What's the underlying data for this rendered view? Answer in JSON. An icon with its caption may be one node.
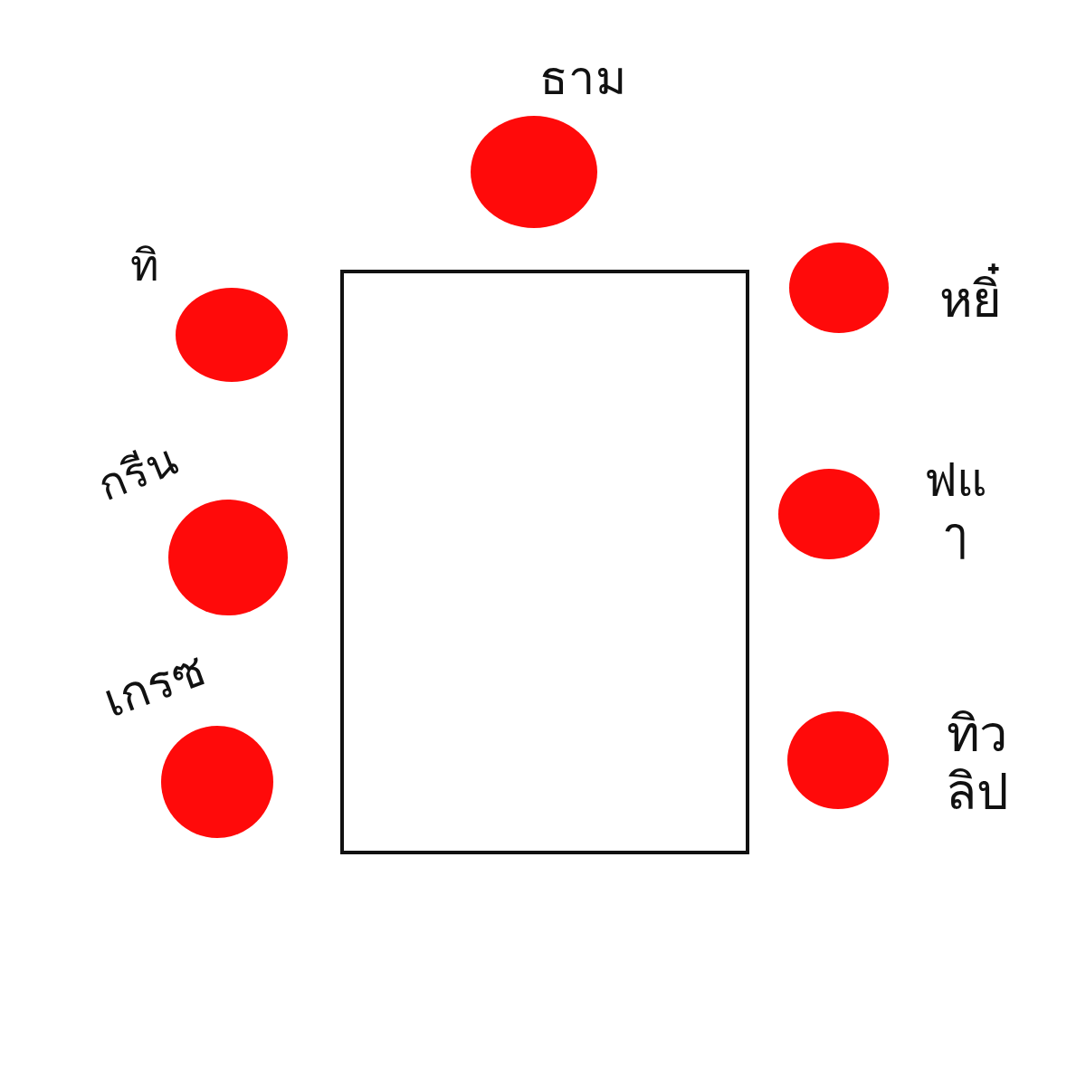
{
  "diagram": {
    "nodes": [
      {
        "text": [],
        "shape": "circle",
        "beside": [
          "ธาม"
        ]
      },
      {
        "text": [],
        "shape": "circle",
        "beside": [
          "ทิ"
        ]
      },
      {
        "text": [],
        "shape": "circle",
        "beside": [
          "หยิ๋"
        ]
      },
      {
        "text": [],
        "shape": "circle",
        "beside": [
          "กรีน"
        ]
      },
      {
        "text": [],
        "shape": "circle",
        "beside": [
          "ฟแๅ"
        ]
      },
      {
        "text": [],
        "shape": "circle",
        "beside": [
          "เกรซ"
        ]
      },
      {
        "text": [],
        "shape": "circle",
        "beside": [
          "ทิวลิป"
        ]
      },
      {
        "text": [],
        "shape": "box"
      }
    ]
  }
}
